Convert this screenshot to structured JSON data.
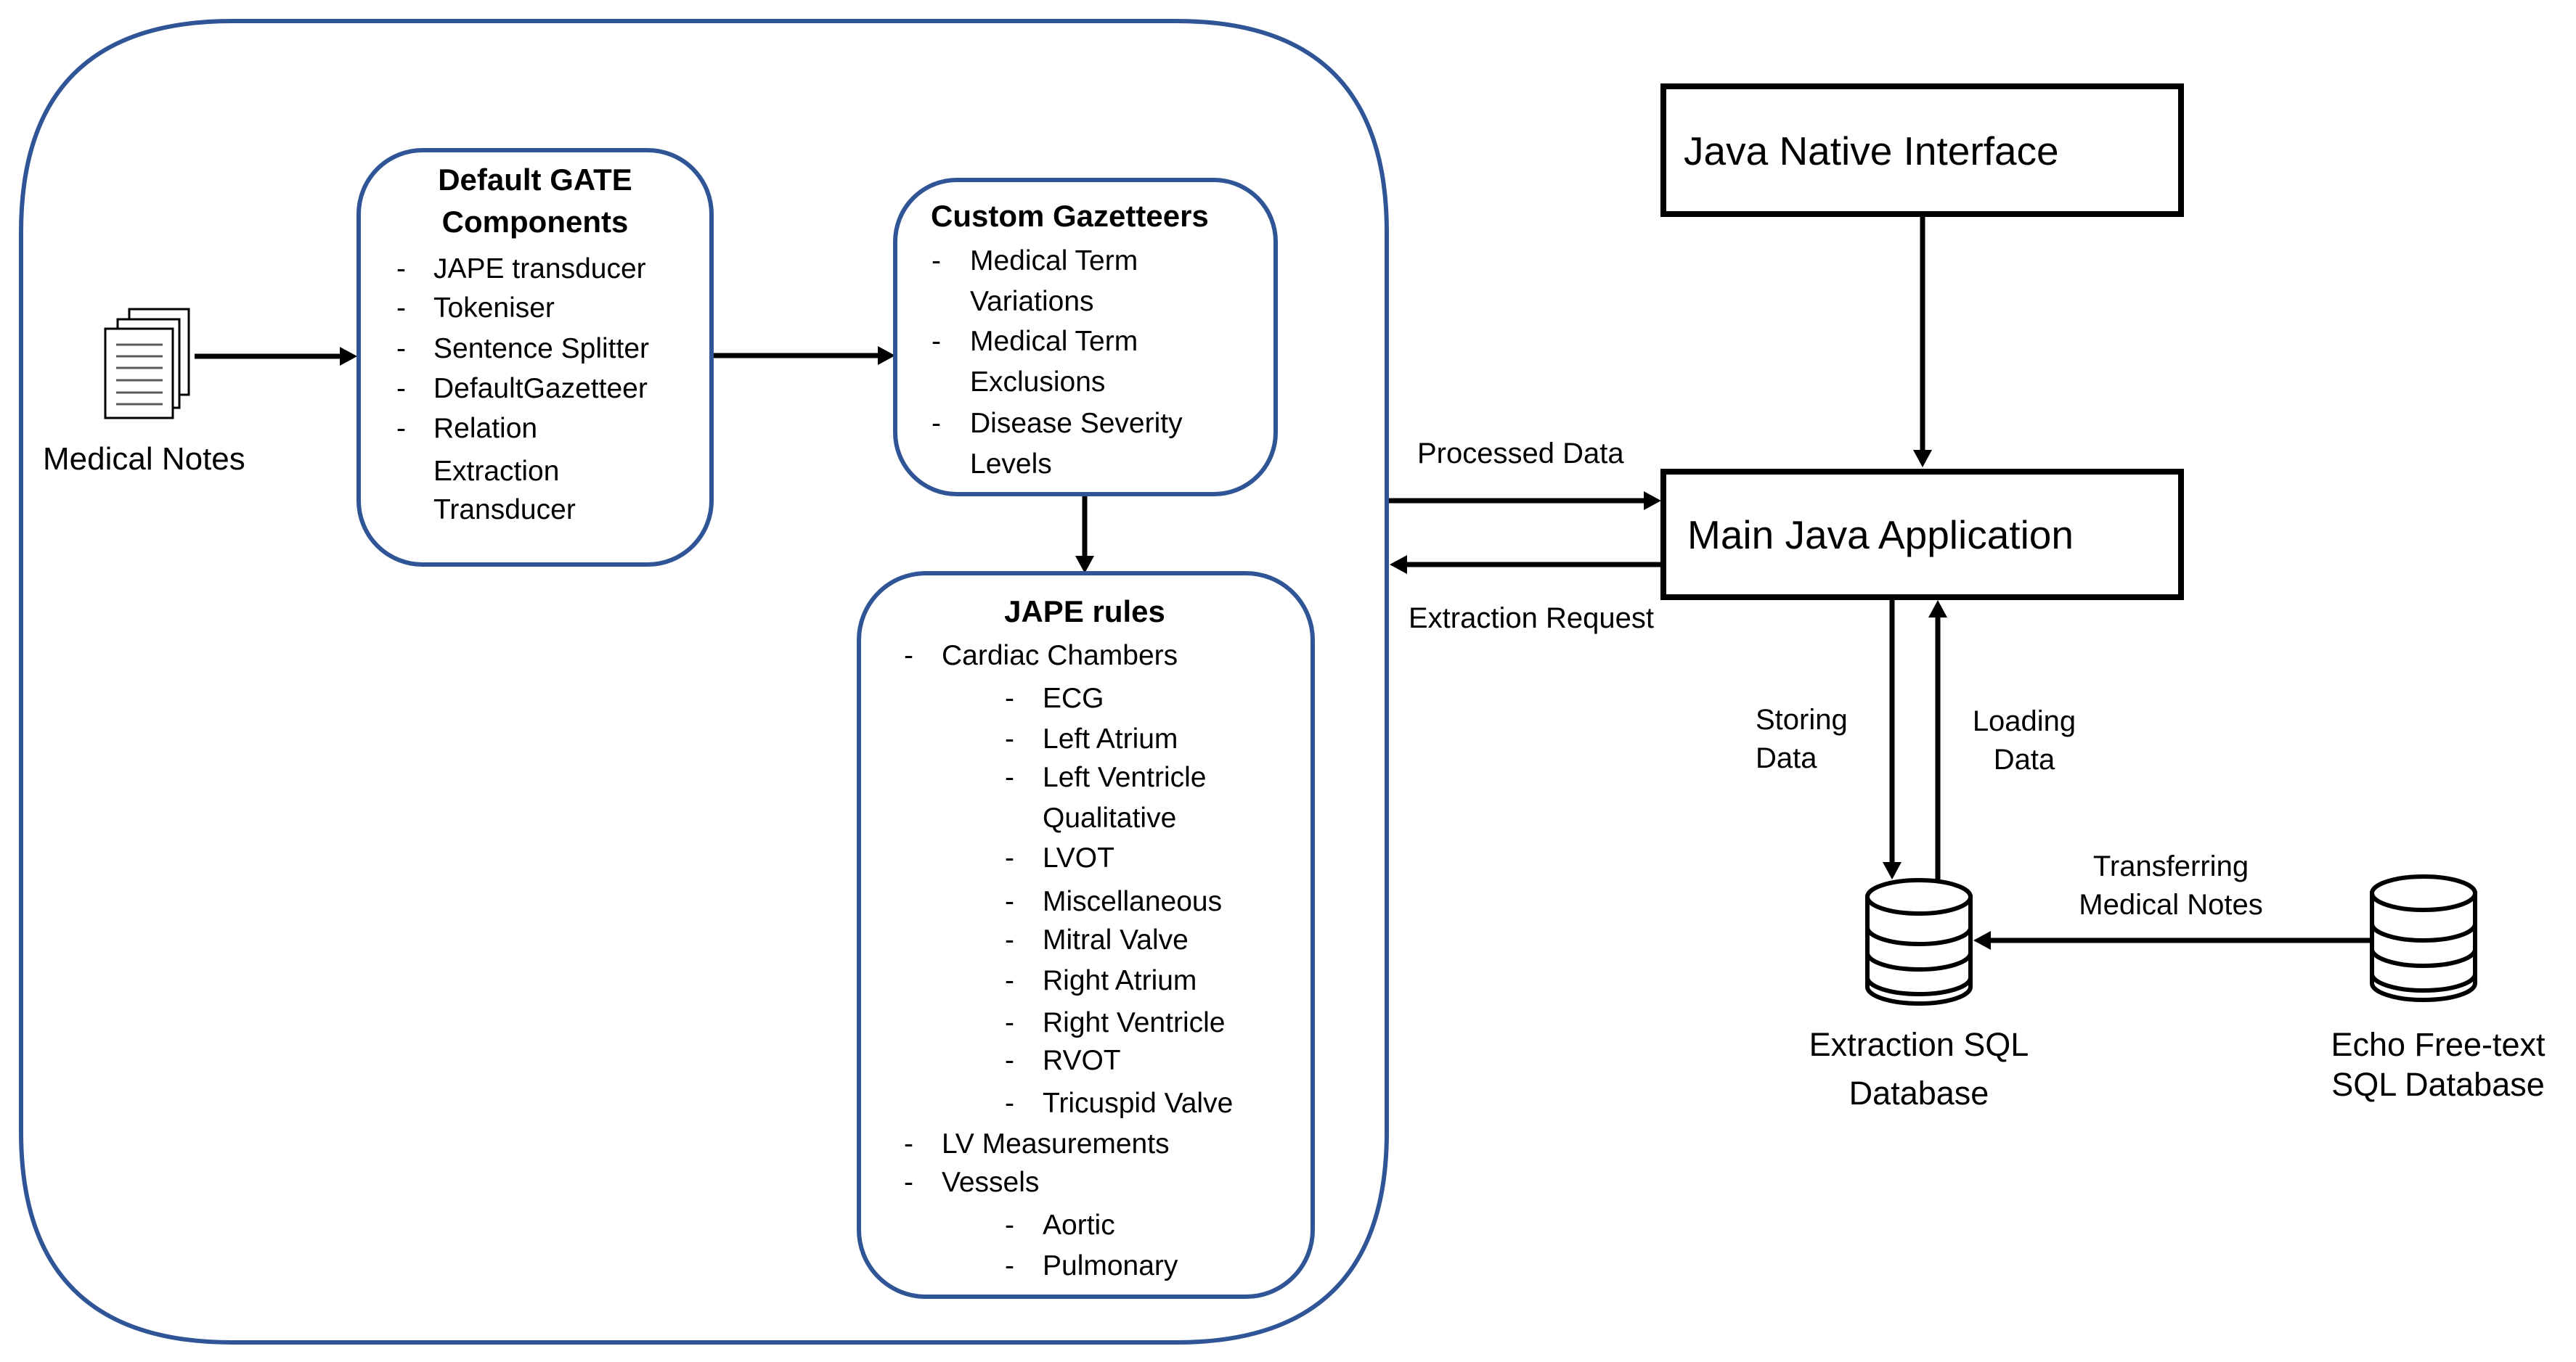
{
  "diagram": {
    "title": "Medical notes information extraction pipeline",
    "colors": {
      "container_border": "#2f5597",
      "box_border": "#000000",
      "arrow": "#000000"
    },
    "input": {
      "label": "Medical Notes",
      "icon": "documents-icon"
    },
    "gate_pipeline": {
      "default_gate": {
        "title_lines": [
          "Default GATE",
          "Components"
        ],
        "items": [
          {
            "bullet": "-",
            "lines": [
              "JAPE transducer"
            ]
          },
          {
            "bullet": "-",
            "lines": [
              "Tokeniser"
            ]
          },
          {
            "bullet": "-",
            "lines": [
              "Sentence Splitter"
            ]
          },
          {
            "bullet": "-",
            "lines": [
              "DefaultGazetteer"
            ]
          },
          {
            "bullet": "-",
            "lines": [
              "Relation",
              "Extraction",
              "Transducer"
            ]
          }
        ]
      },
      "custom_gazetteers": {
        "title": "Custom Gazetteers",
        "items": [
          {
            "bullet": "-",
            "lines": [
              "Medical Term",
              "Variations"
            ]
          },
          {
            "bullet": "-",
            "lines": [
              "Medical Term",
              "Exclusions"
            ]
          },
          {
            "bullet": "-",
            "lines": [
              "Disease Severity",
              "Levels"
            ]
          }
        ]
      },
      "jape_rules": {
        "title": "JAPE rules",
        "items": [
          {
            "bullet": "-",
            "label": "Cardiac Chambers",
            "children": [
              {
                "bullet": "-",
                "lines": [
                  "ECG"
                ]
              },
              {
                "bullet": "-",
                "lines": [
                  "Left Atrium"
                ]
              },
              {
                "bullet": "-",
                "lines": [
                  "Left Ventricle",
                  "Qualitative"
                ]
              },
              {
                "bullet": "-",
                "lines": [
                  "LVOT"
                ]
              },
              {
                "bullet": "-",
                "lines": [
                  "Miscellaneous"
                ]
              },
              {
                "bullet": "-",
                "lines": [
                  "Mitral Valve"
                ]
              },
              {
                "bullet": "-",
                "lines": [
                  "Right Atrium"
                ]
              },
              {
                "bullet": "-",
                "lines": [
                  "Right Ventricle"
                ]
              },
              {
                "bullet": "-",
                "lines": [
                  "RVOT"
                ]
              },
              {
                "bullet": "-",
                "lines": [
                  "Tricuspid Valve"
                ]
              }
            ]
          },
          {
            "bullet": "-",
            "label": "LV Measurements",
            "children": []
          },
          {
            "bullet": "-",
            "label": "Vessels",
            "children": [
              {
                "bullet": "-",
                "lines": [
                  "Aortic"
                ]
              },
              {
                "bullet": "-",
                "lines": [
                  "Pulmonary"
                ]
              }
            ]
          }
        ]
      }
    },
    "jni": {
      "label": "Java Native Interface"
    },
    "main_app": {
      "label": "Main Java Application"
    },
    "edges": {
      "processed_data": "Processed Data",
      "extraction_request": "Extraction Request",
      "storing_data": [
        "Storing",
        "Data"
      ],
      "loading_data": [
        "Loading",
        "Data"
      ],
      "transferring": [
        "Transferring",
        "Medical Notes"
      ]
    },
    "databases": {
      "extraction": {
        "lines": [
          "Extraction SQL",
          "Database"
        ],
        "icon": "database-icon"
      },
      "echo": {
        "lines": [
          "Echo Free-text",
          "SQL Database"
        ],
        "icon": "database-icon"
      }
    }
  }
}
